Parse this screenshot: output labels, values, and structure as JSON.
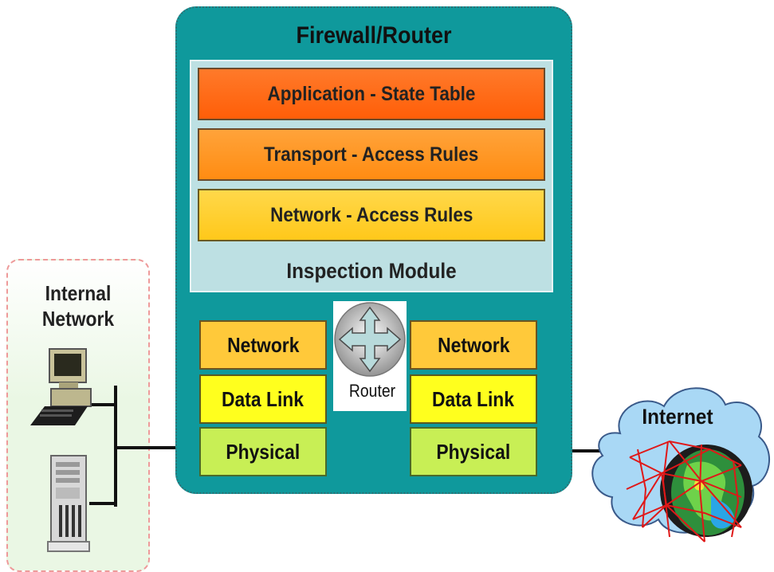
{
  "firewall": {
    "title": "Firewall/Router",
    "inspection": {
      "label": "Inspection Module",
      "layers": [
        {
          "label": "Application - State Table"
        },
        {
          "label": "Transport - Access Rules"
        },
        {
          "label": "Network - Access Rules"
        }
      ]
    },
    "left_stack": [
      "Network",
      "Data Link",
      "Physical"
    ],
    "right_stack": [
      "Network",
      "Data Link",
      "Physical"
    ],
    "router_label": "Router"
  },
  "internal_network": {
    "title": "Internal\nNetwork"
  },
  "internet": {
    "label": "Internet"
  },
  "colors": {
    "firewall_bg": "#0f999c",
    "inspection_bg": "#bde0e3",
    "application_layer": "#ff5e08",
    "transport_layer": "#ff8c12",
    "network_layer": "#ffc81a",
    "network_box": "#ffc93a",
    "datalink_box": "#ffff1e",
    "physical_box": "#c8ef55",
    "cloud": "#a9d8f5"
  },
  "icons": {
    "computer": "desktop-computer-icon",
    "server": "server-tower-icon",
    "router": "router-icon",
    "globe": "globe-icon",
    "cloud": "cloud-icon"
  }
}
